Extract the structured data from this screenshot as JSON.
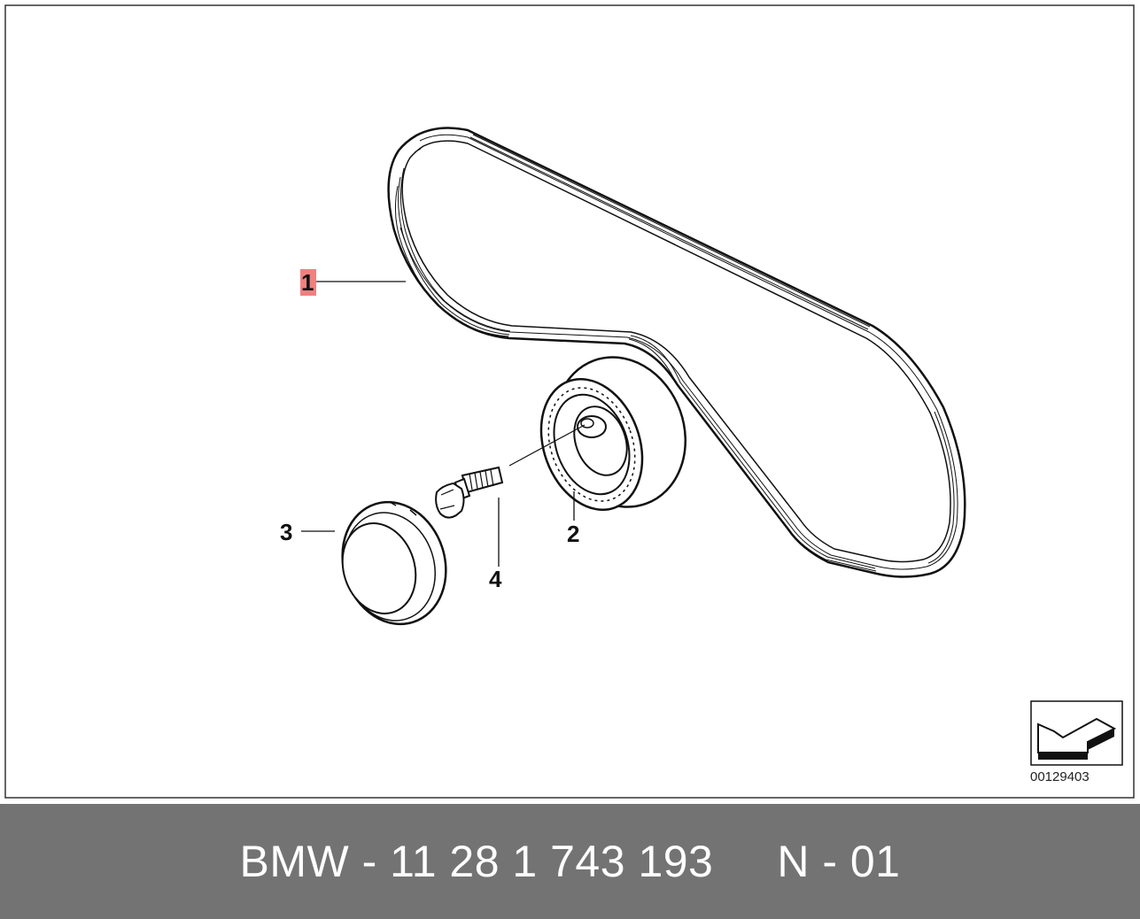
{
  "diagram": {
    "callouts": [
      {
        "label": "1",
        "highlighted": true
      },
      {
        "label": "2",
        "highlighted": false
      },
      {
        "label": "3",
        "highlighted": false
      },
      {
        "label": "4",
        "highlighted": false
      }
    ],
    "diagram_id": "00129403",
    "nav_icon": "arrow-direction-icon",
    "highlight_color": "#f08080"
  },
  "footer": {
    "part_number_line": "BMW - 11 28 1 743 193     N - 01",
    "background_color": "#737373",
    "text_color": "#ffffff"
  }
}
